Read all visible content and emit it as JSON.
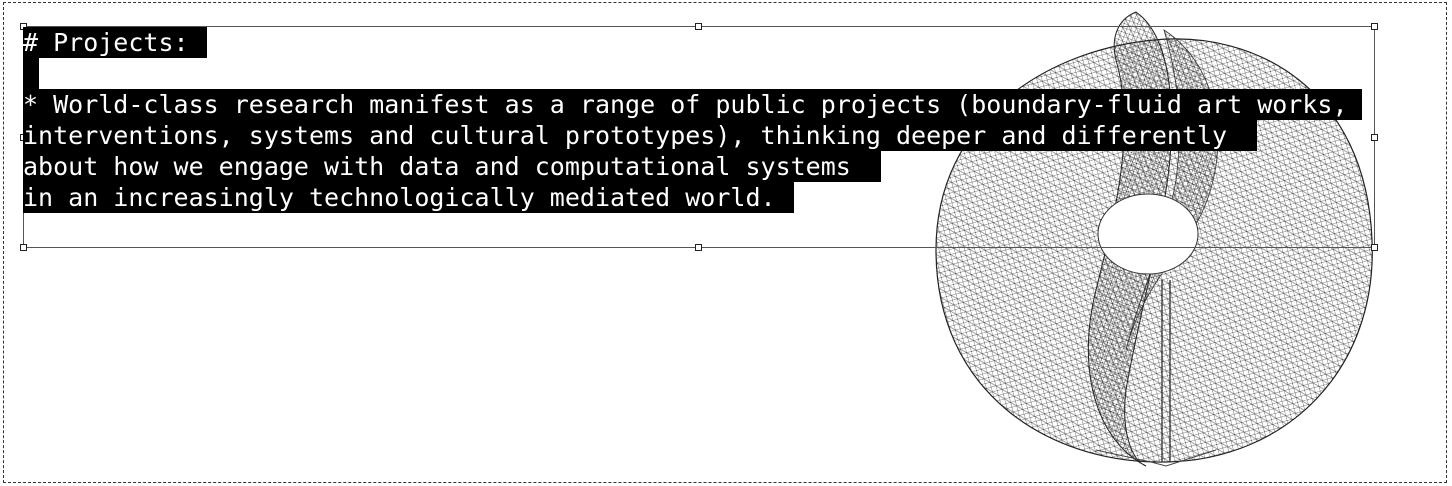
{
  "document": {
    "heading": "# Projects:",
    "blank": "",
    "paragraph_lines": [
      "* World-class research manifest as a range of public projects (boundary-fluid art works,",
      "interventions, systems and cultural prototypes), thinking deeper and differently",
      "about how we engage with data and computational systems",
      "in an increasingly technologically mediated world."
    ]
  },
  "colors": {
    "highlight_background": "#000000",
    "highlight_text": "#ffffff",
    "canvas_background": "#ffffff",
    "mesh_stroke": "#333333"
  },
  "graphic": {
    "icon": "wireframe-mesh-sculpture"
  }
}
